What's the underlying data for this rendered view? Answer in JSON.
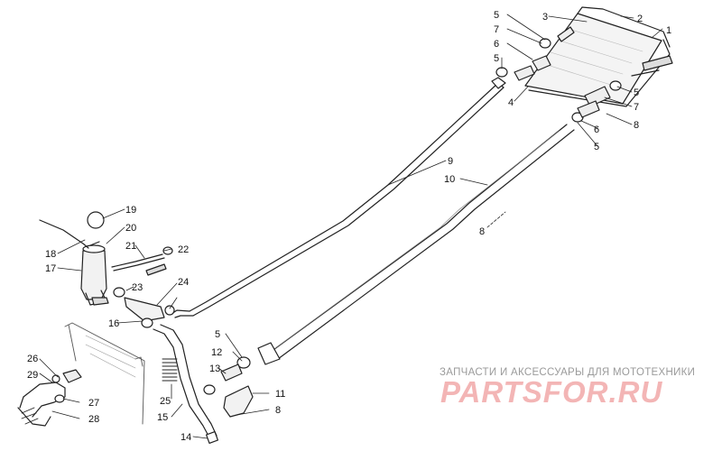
{
  "diagram": {
    "callouts": {
      "c1": "1",
      "c2": "2",
      "c3": "3",
      "c4": "4",
      "c5a": "5",
      "c5b": "5",
      "c5c": "5",
      "c5d": "5",
      "c5e": "5",
      "c6a": "6",
      "c6b": "6",
      "c7a": "7",
      "c7b": "7",
      "c8a": "8",
      "c8b": "8",
      "c8c": "8",
      "c9": "9",
      "c10": "10",
      "c11": "11",
      "c12": "12",
      "c13": "13",
      "c14": "14",
      "c15": "15",
      "c16": "16",
      "c17": "17",
      "c18": "18",
      "c19": "19",
      "c20": "20",
      "c21": "21",
      "c22": "22",
      "c23": "23",
      "c24": "24",
      "c25": "25",
      "c26": "26",
      "c27": "27",
      "c28": "28",
      "c29": "29"
    }
  },
  "watermark": {
    "caption": "ЗАПЧАСТИ И АКСЕССУАРЫ ДЛЯ МОТОТЕХНИКИ",
    "brand": "PARTSFOR.RU",
    "color": "#f3b5b5"
  }
}
